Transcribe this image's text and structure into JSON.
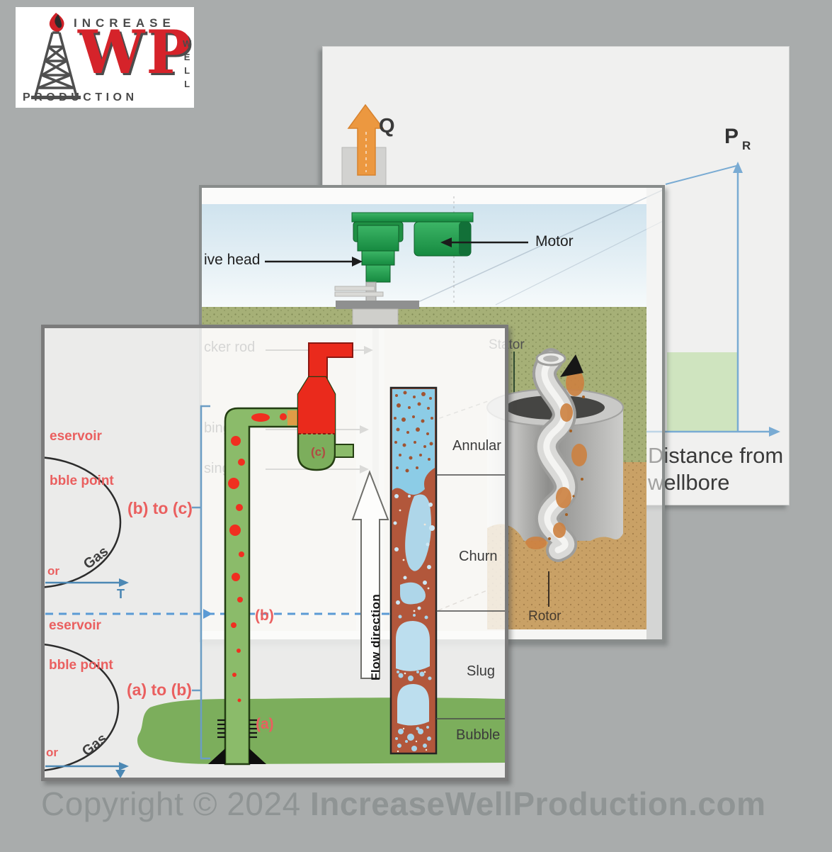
{
  "logo": {
    "line_top": "INCREASE",
    "big_letters": "WP",
    "vertical_word": "W\nE\nL\nL",
    "line_bottom": "PRODUCTION",
    "brand_red": "#d5232a",
    "text_gray": "#4a4a4a"
  },
  "back_panel": {
    "q_label": "Q",
    "pressure_label": "P",
    "pressure_sub": "R",
    "xlabel_line1": "Distance from",
    "xlabel_line2": "wellbore",
    "axis_color": "#79abd3",
    "flow_arrow_color": "#ec9840",
    "area_color": "#cfe4bf"
  },
  "mid_panel": {
    "labels": {
      "motor": "Motor",
      "drive_head": "ive head",
      "sucker_rod": "cker rod",
      "tubing": "bing",
      "casing": "sing",
      "stator": "Stator",
      "rotor": "Rotor"
    }
  },
  "front_panel": {
    "diagram_top": {
      "reservoir": "eservoir",
      "bubble_point": "bble point",
      "gas": "Gas",
      "t_axis": "T",
      "edge_fragment": "or",
      "path_label": "(b) to (c)",
      "point_label": "(b)"
    },
    "diagram_bottom": {
      "reservoir": "eservoir",
      "bubble_point": "bble point",
      "gas": "Gas",
      "edge_fragment": "or",
      "path_label": "(a) to (b)",
      "point_label": "(a)"
    },
    "separator_label": "(c)",
    "flow_regimes": [
      "Annular",
      "Churn",
      "Slug",
      "Bubble"
    ],
    "flow_direction": "Flow direction",
    "red_text_color": "#ea5f5f",
    "blue_color": "#5b9bd5"
  },
  "copyright": {
    "prefix": "Copyright © 2024 ",
    "site": "IncreaseWellProduction.com"
  }
}
